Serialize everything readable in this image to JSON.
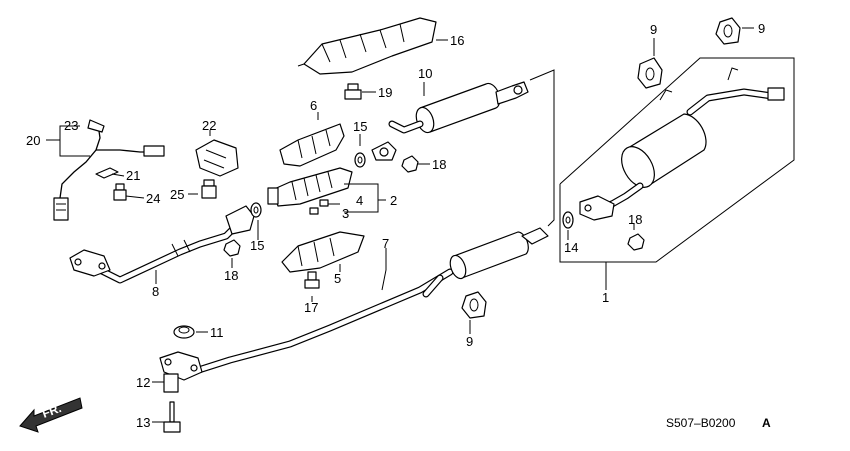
{
  "diagram": {
    "callouts": {
      "n1": "1",
      "n2": "2",
      "n3": "3",
      "n4": "4",
      "n5": "5",
      "n6": "6",
      "n7": "7",
      "n8": "8",
      "n9a": "9",
      "n9b": "9",
      "n9c": "9",
      "n10": "10",
      "n11": "11",
      "n12": "12",
      "n13": "13",
      "n14": "14",
      "n15a": "15",
      "n15b": "15",
      "n16": "16",
      "n17": "17",
      "n18a": "18",
      "n18b": "18",
      "n18c": "18",
      "n19": "19",
      "n20": "20",
      "n21": "21",
      "n22": "22",
      "n23": "23",
      "n24": "24",
      "n25": "25"
    },
    "direction_label": "FR.",
    "code": "S507–B0200",
    "code_suffix": "A"
  }
}
